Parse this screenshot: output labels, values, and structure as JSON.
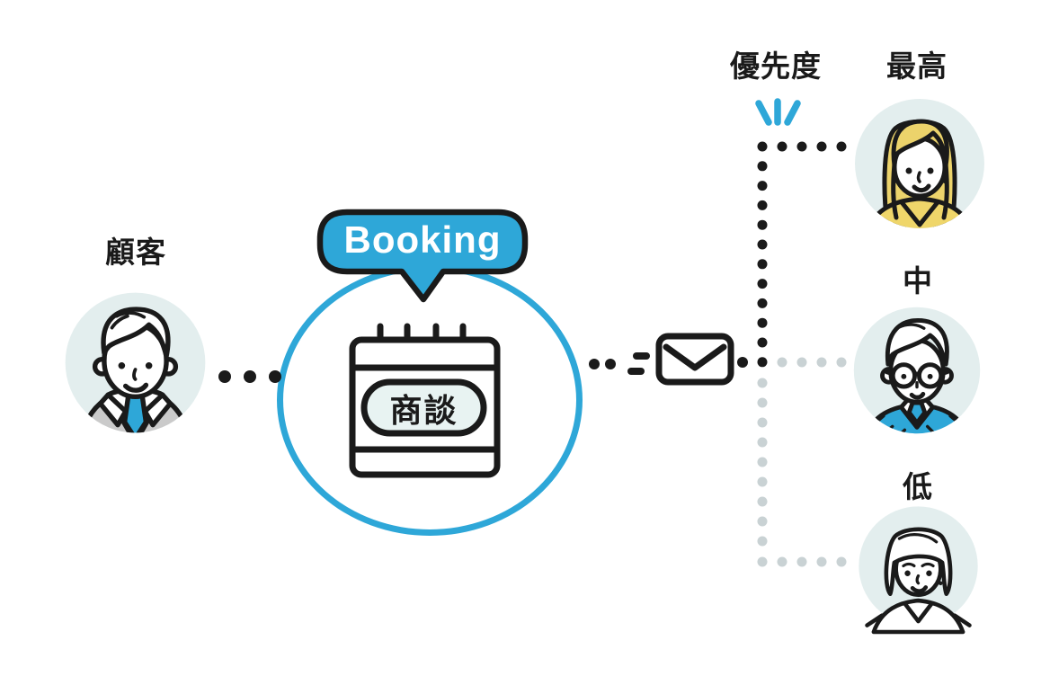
{
  "colors": {
    "blue": "#2EA7D8",
    "ink": "#1A1A1A",
    "avatar_bg": "#E3EEEE",
    "pill_bg": "#E8F3F2",
    "gray_dot": "#C9D2D4",
    "suit_gray": "#CACACA",
    "hair_yellow": "#ECD36B",
    "shirt_yellow": "#EFD66A",
    "white": "#FFFFFF"
  },
  "diagram": {
    "customer": {
      "label": "顧客"
    },
    "booking": {
      "bubble_label": "Booking",
      "event_label": "商談"
    },
    "priority": {
      "label": "優先度",
      "levels": [
        {
          "label": "最高"
        },
        {
          "label": "中"
        },
        {
          "label": "低"
        }
      ]
    }
  }
}
